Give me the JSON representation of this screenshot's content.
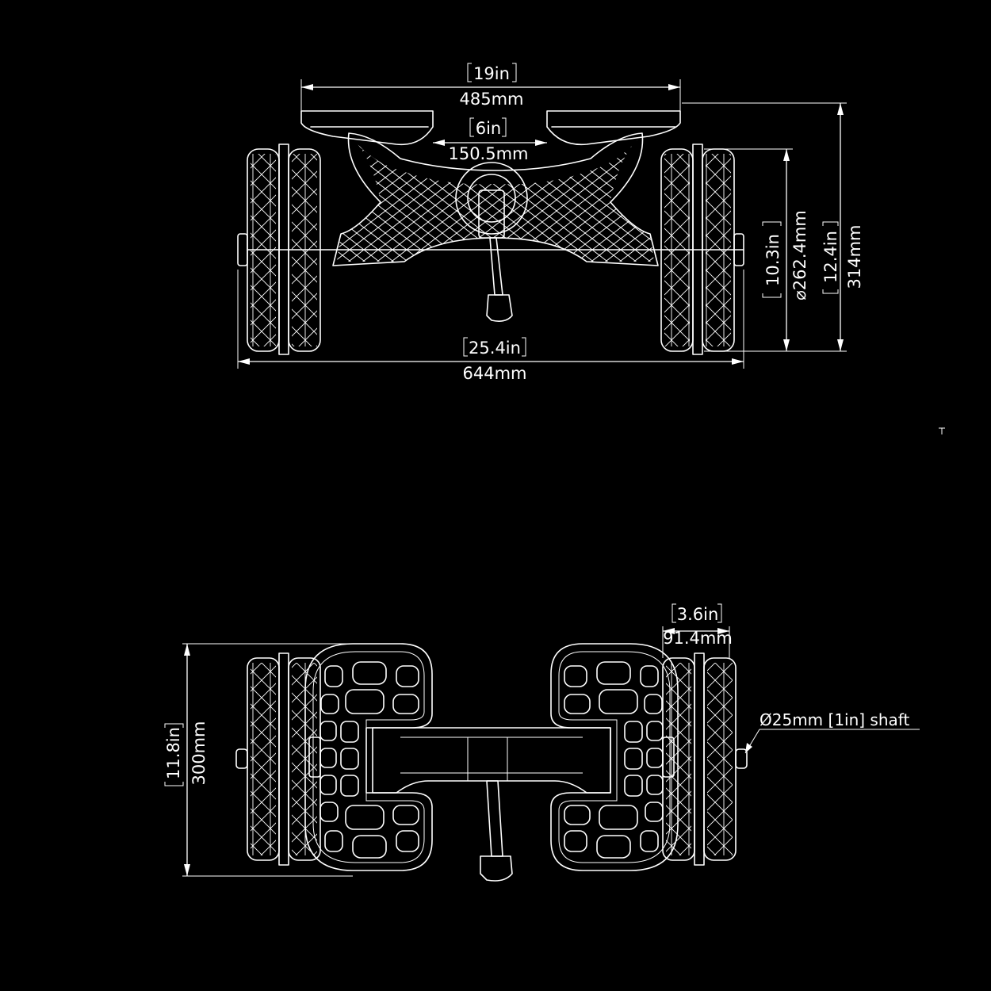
{
  "colors": {
    "background": "#000000",
    "line": "#ffffff"
  },
  "front_view": {
    "top_width_in": "19in",
    "top_width_mm": "485mm",
    "inner_width_in": "6in",
    "inner_width_mm": "150.5mm",
    "wheel_dia_in": "10.3in",
    "wheel_dia_mm": "⌀262.4mm",
    "height_in": "12.4in",
    "height_mm": "314mm",
    "overall_width_in": "25.4in",
    "overall_width_mm": "644mm"
  },
  "top_view": {
    "length_in": "11.8in",
    "length_mm": "300mm",
    "wheel_width_in": "3.6in",
    "wheel_width_mm": "91.4mm",
    "shaft_note": "Ø25mm [1in] shaft"
  }
}
